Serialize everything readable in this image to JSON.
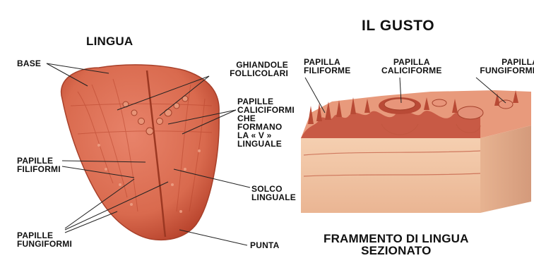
{
  "titles": {
    "lingua": "LINGUA",
    "il_gusto": "IL GUSTO",
    "frammento": "FRAMMENTO DI LINGUA\nSEZIONATO"
  },
  "tongue_labels": {
    "base": "BASE",
    "ghiandole_follicolari": "GHIANDOLE\nFOLLICOLARI",
    "papille_caliciformi_v": "PAPILLE\nCALICIFORMI\nCHE\nFORMANO\nLA « V »\nLINGUALE",
    "papille_filiformi": "PAPILLE\nFILIFORMI",
    "solco_linguale": "SOLCO\nLINGUALE",
    "papille_fungiformi": "PAPILLE\nFUNGIFORMI",
    "punta": "PUNTA"
  },
  "section_labels": {
    "papilla_filiforme": "PAPILLA\nFILIFORME",
    "papilla_caliciforme": "PAPILLA\nCALICIFORME",
    "papilla_fungiforme": "PAPILLA\nFUNGIFORME"
  },
  "colors": {
    "tongue": "#d96a4e",
    "tongue_dark": "#b8442c",
    "tissue_top": "#c85a45",
    "tissue_body": "#f2c4a3",
    "tissue_side": "#e0a987",
    "label_text": "#111111",
    "leader_line": "#222222"
  }
}
